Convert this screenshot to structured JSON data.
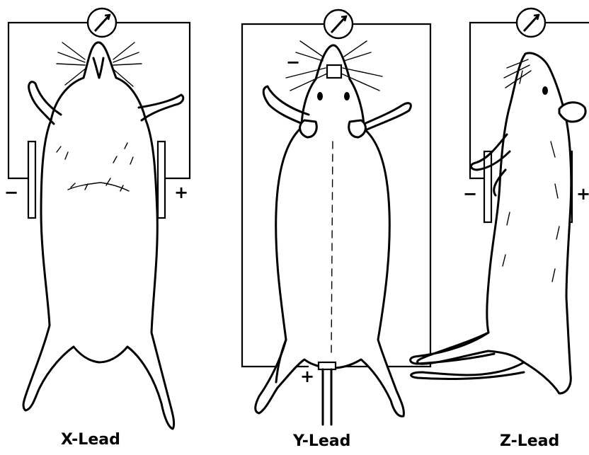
{
  "panels": [
    {
      "caption": "X-Lead",
      "left_sign": "−",
      "right_sign": "+"
    },
    {
      "caption": "Y-Lead",
      "top_sign": "−",
      "bottom_sign": "+"
    },
    {
      "caption": "Z-Lead",
      "left_sign": "−",
      "right_sign": "+"
    }
  ],
  "icons": {
    "meter": "galvanometer-icon"
  }
}
